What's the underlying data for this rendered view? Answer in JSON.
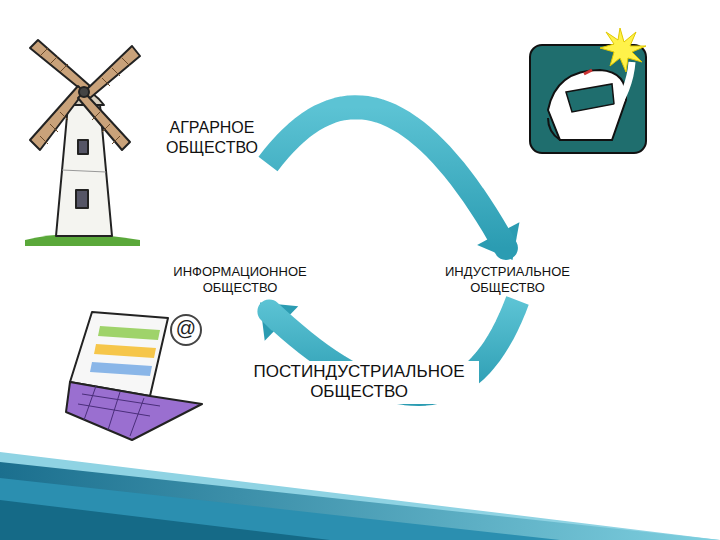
{
  "diagram": {
    "nodes": [
      {
        "text": [
          "АГРАРНОЕ ОБЩЕСТВО"
        ]
      },
      {
        "text": [
          "ИНФОРМАЦИОННОЕ ОБЩЕСТВО"
        ]
      },
      {
        "text": [
          "ИНДУСТРИАЛЬНОЕ ОБЩЕСТВО"
        ]
      }
    ],
    "edges": [
      {
        "from": 0,
        "to": 2,
        "arrow": "to"
      },
      {
        "from": 2,
        "to": 1,
        "arrow": "to",
        "label": "ПОСТИНДУСТРИАЛЬНОЕ ОБЩЕСТВО"
      }
    ],
    "labels": [
      "@"
    ]
  }
}
